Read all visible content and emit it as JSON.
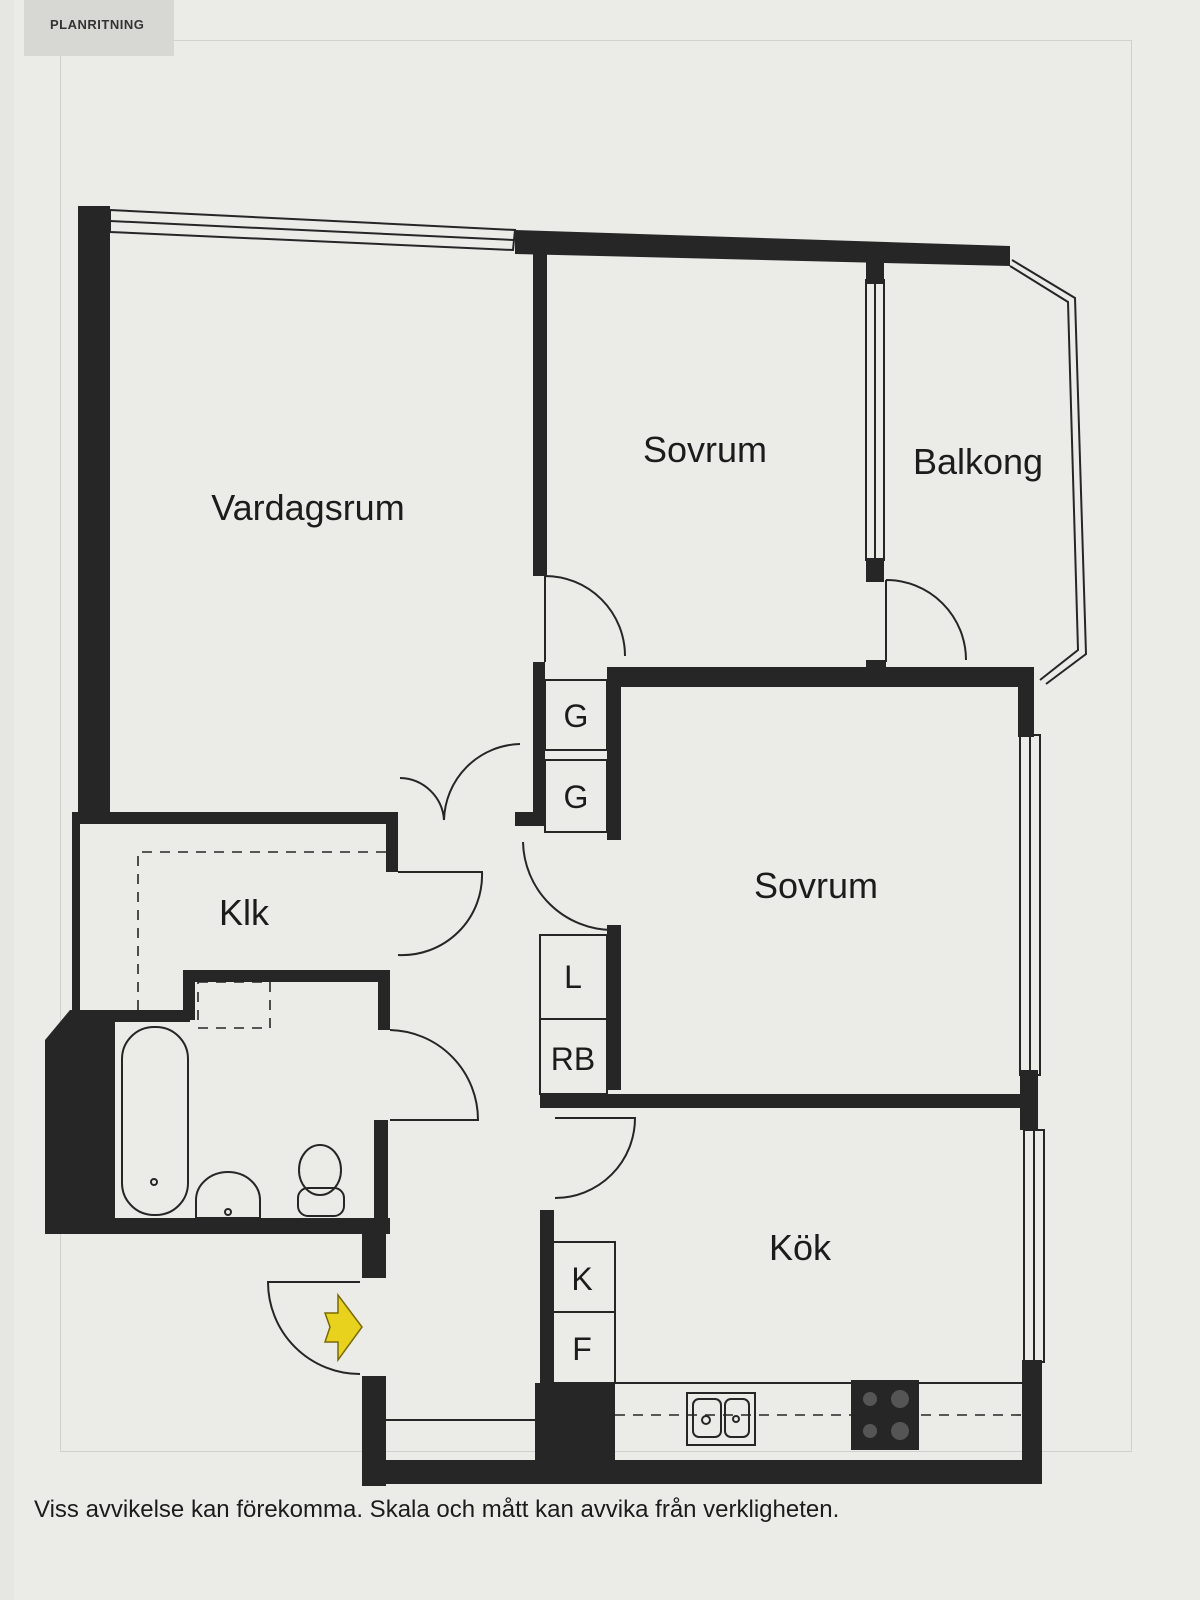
{
  "header": {
    "tag": "PLANRITNING"
  },
  "rooms": {
    "vardagsrum": "Vardagsrum",
    "sovrum_1": "Sovrum",
    "balkong": "Balkong",
    "sovrum_2": "Sovrum",
    "klk": "Klk",
    "kok": "Kök"
  },
  "units": {
    "g1": "G",
    "g2": "G",
    "l": "L",
    "rb": "RB",
    "k": "K",
    "f": "F"
  },
  "footer": {
    "disclaimer": "Viss avvikelse kan förekomma. Skala och mått kan avvika från verkligheten."
  },
  "colors": {
    "wall": "#262626",
    "entry_arrow": "#e8d21e",
    "background": "#e6e6e3"
  }
}
